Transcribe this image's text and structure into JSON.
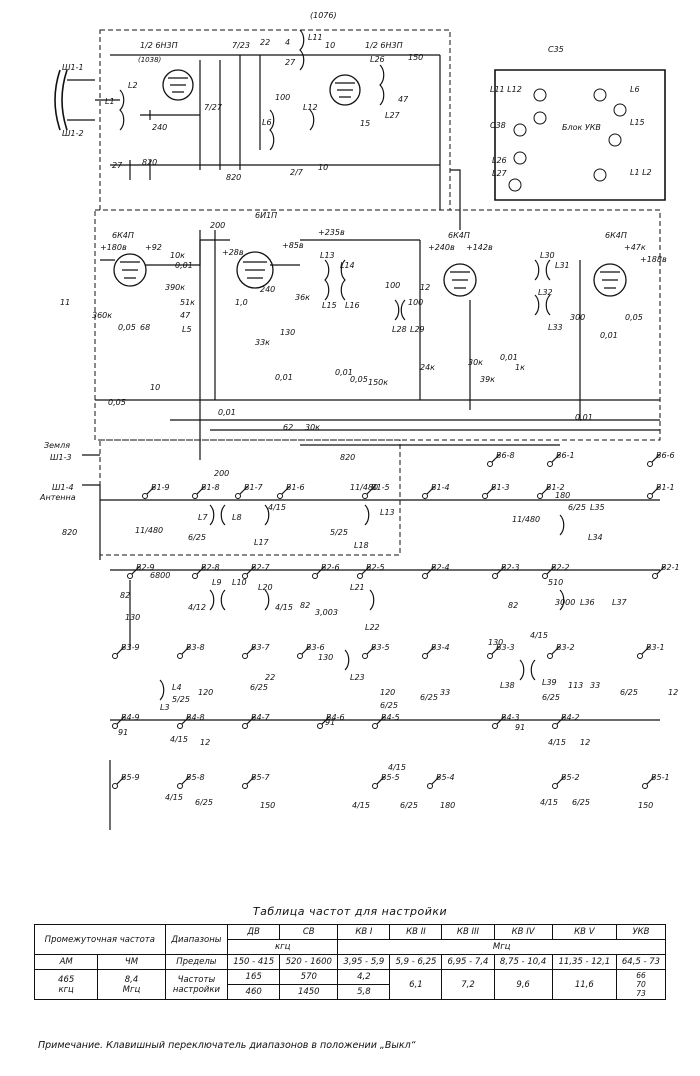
{
  "diagram": {
    "type": "radio receiver schematic",
    "tubes": [
      {
        "id": "tube-1",
        "label": "1/2 6Н3П",
        "sub": "(1038)"
      },
      {
        "id": "tube-2",
        "label": "1/2 6Н3П"
      },
      {
        "id": "tube-3",
        "label": "6К4П"
      },
      {
        "id": "tube-4",
        "label": "6И1П"
      },
      {
        "id": "tube-5",
        "label": "6К4П"
      },
      {
        "id": "tube-6",
        "label": "6К4П"
      }
    ],
    "block_ukv": {
      "title": "Блок УКВ",
      "labels": [
        "С35",
        "L11 L12",
        "L6",
        "C38",
        "L15",
        "L26",
        "L27",
        "L1 L2"
      ]
    },
    "connectors": {
      "sh1_1": "Ш1-1",
      "sh1_2": "Ш1-2",
      "sh1_3": "Ш1-3",
      "sh1_4": "Ш1-4",
      "zemlya": "Земля",
      "antenna": "Антенна"
    },
    "voltages": [
      "+180в",
      "+92",
      "+28в",
      "+85в",
      "+235в",
      "+240в",
      "+142в",
      "+47к",
      "+188в"
    ],
    "freq_marker": "(1076)",
    "top_components": [
      "22",
      "4",
      "27",
      "L11",
      "10",
      "1/2 6Н3П",
      "L26",
      "150",
      "L2",
      "L1",
      "240",
      "820",
      "27",
      "7/23",
      "L6",
      "100",
      "L12",
      "2/7",
      "820",
      "10",
      "47",
      "L27",
      "15",
      "7/27"
    ],
    "mid_components": [
      "200",
      "10к",
      "0,01",
      "390к",
      "360к",
      "0,05",
      "68",
      "51к",
      "47",
      "L5",
      "10",
      "0,05",
      "1,0",
      "240",
      "0,01",
      "33к",
      "130",
      "36к",
      "0,01",
      "L13",
      "L14",
      "47",
      "100",
      "L15",
      "L16",
      "100",
      "150к",
      "0,05",
      "12",
      "100",
      "L28",
      "L29",
      "100",
      "24к",
      "30к",
      "39к",
      "1к",
      "0,01",
      "L30",
      "L31",
      "47",
      "L32",
      "L33",
      "300",
      "0,01",
      "0,05",
      "0,01",
      "62",
      "30к",
      "820",
      "200"
    ],
    "switches_top": [
      "В1-9",
      "В1-8",
      "В1-7",
      "В1-6",
      "В1-5",
      "В1-4",
      "В1-3",
      "В1-2",
      "В1-1",
      "В6-8",
      "В6-1",
      "В6-6"
    ],
    "switches_b2": [
      "В2-9",
      "В2-8",
      "В2-7",
      "В2-6",
      "В2-5",
      "В2-4",
      "В2-3",
      "В2-2",
      "В2-1"
    ],
    "switches_b3": [
      "В3-9",
      "В3-8",
      "В3-7",
      "В3-6",
      "В3-5",
      "В3-4",
      "В3-3",
      "В3-2",
      "В3-1"
    ],
    "switches_b4": [
      "В4-9",
      "В4-8",
      "В4-7",
      "В4-6",
      "В4-5",
      "В4-3",
      "В4-2"
    ],
    "switches_b5": [
      "В5-9",
      "В5-8",
      "В5-7",
      "В5-5",
      "В5-4",
      "В5-2",
      "В5-1"
    ],
    "low_components": [
      "11/480",
      "820",
      "6/25",
      "L7",
      "L8",
      "4/15",
      "L17",
      "11/480",
      "5/25",
      "L13",
      "L18",
      "6800",
      "82",
      "130",
      "4/12",
      "L9",
      "L10",
      "L20",
      "4/15",
      "82",
      "3,003",
      "L21",
      "L22",
      "L3",
      "L4",
      "5/25",
      "120",
      "6/25",
      "22",
      "91",
      "12",
      "4/15",
      "6/25",
      "150",
      "130",
      "L23",
      "120",
      "6/25",
      "33",
      "91",
      "4/15",
      "4/15",
      "6/25",
      "180",
      "180",
      "11/480",
      "6/25",
      "L35",
      "L34",
      "510",
      "3000",
      "82",
      "4/15",
      "L36",
      "L37",
      "130",
      "L38",
      "L39",
      "113",
      "6/25",
      "33",
      "6/25",
      "12",
      "91",
      "4/15",
      "12",
      "4/15",
      "6/25",
      "150"
    ]
  },
  "table": {
    "title": "Таблица частот для настройки",
    "header": {
      "if_label": "Промежуточная частота",
      "ranges_label": "Диапазоны",
      "bands": [
        "ДВ",
        "СВ",
        "КВ I",
        "КВ II",
        "КВ III",
        "КВ IV",
        "КВ V",
        "УКВ"
      ],
      "unit_khz": "кгц",
      "unit_mhz": "Мгц"
    },
    "rows": [
      {
        "if_am": "АМ",
        "if_chm": "ЧМ",
        "label": "Пределы",
        "values": [
          "150 - 415",
          "520 - 1600",
          "3,95 - 5,9",
          "5,9 - 6,25",
          "6,95 - 7,4",
          "8,75 - 10,4",
          "11,35 - 12,1",
          "64,5 - 73"
        ]
      },
      {
        "if_am": "465",
        "if_chm": "8,4",
        "label": "Частоты",
        "values": [
          "165",
          "570",
          "4,2",
          "6,1",
          "7,2",
          "9,6",
          "11,6",
          "66"
        ]
      },
      {
        "if_am": "кгц",
        "if_chm": "Мгц",
        "label": "настройки",
        "values": [
          "460",
          "1450",
          "5,8",
          "",
          "",
          "",
          "",
          "70"
        ]
      }
    ],
    "ukv_extra": "73"
  },
  "note": "Примечание. Клавишный переключатель диапазонов в положении „Выкл“"
}
